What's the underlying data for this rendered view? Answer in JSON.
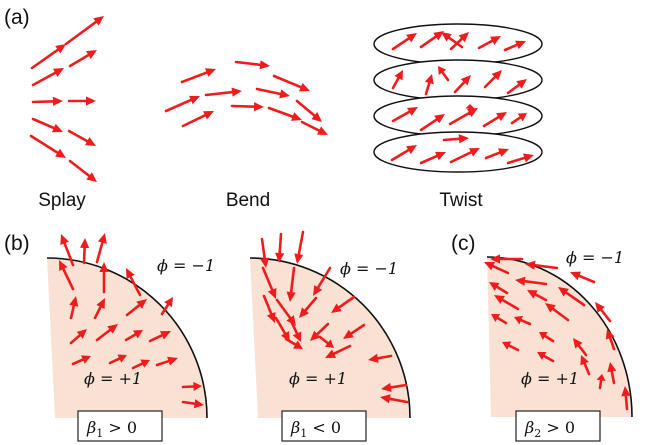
{
  "figure": {
    "panel_a": {
      "label": "(a)"
    },
    "panel_b": {
      "label": "(b)"
    },
    "panel_c": {
      "label": "(c)"
    },
    "captions": {
      "splay": "Splay",
      "bend": "Bend",
      "twist": "Twist"
    },
    "phi_labels": {
      "outer": "ϕ = −1",
      "inner": "ϕ = +1"
    },
    "beta_boxes": {
      "b1_pos": {
        "symbol": "β",
        "index": "1",
        "relation": " > 0"
      },
      "b1_neg": {
        "symbol": "β",
        "index": "1",
        "relation": " < 0"
      },
      "b2_pos": {
        "symbol": "β",
        "index": "2",
        "relation": " > 0"
      }
    }
  },
  "colors": {
    "arrow": "#ee1c1c",
    "region_fill": "#f9e1d4",
    "outline": "#111111"
  }
}
